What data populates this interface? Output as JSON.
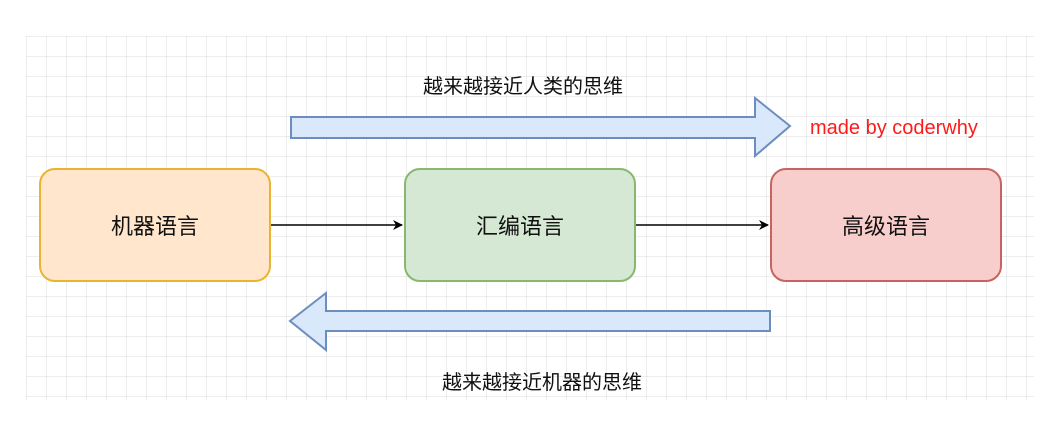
{
  "diagram": {
    "top_caption": "越来越接近人类的思维",
    "bottom_caption": "越来越接近机器的思维",
    "watermark": "made by coderwhy",
    "nodes": [
      {
        "label": "机器语言",
        "fill": "#ffe6cc",
        "stroke": "#e8b431"
      },
      {
        "label": "汇编语言",
        "fill": "#d5e8d4",
        "stroke": "#86b86f"
      },
      {
        "label": "高级语言",
        "fill": "#f8cecc",
        "stroke": "#c8645f"
      }
    ],
    "arrow_fill": "#dae8fc",
    "arrow_stroke": "#6c8ebf",
    "watermark_color": "#ff1a1a"
  }
}
